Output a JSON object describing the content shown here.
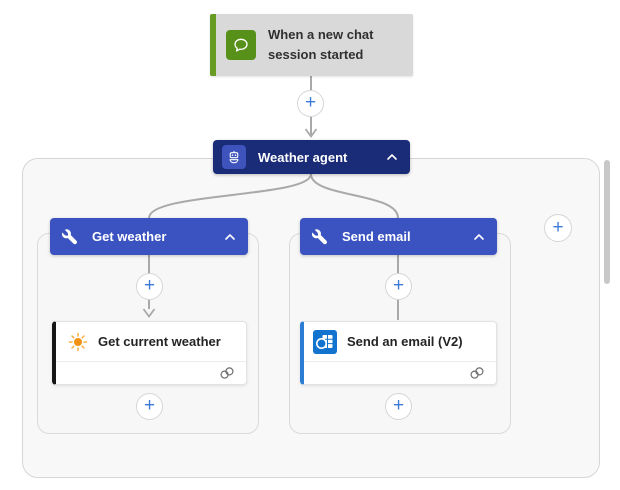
{
  "ui": {
    "plus": "+"
  },
  "trigger": {
    "title": "When a new chat session started",
    "icon": "chat-bubble-icon"
  },
  "agent": {
    "title": "Weather agent",
    "icon": "bot-icon",
    "collapse_icon": "chevron-up-icon"
  },
  "branches": [
    {
      "header": {
        "title": "Get weather",
        "icon": "wrench-icon",
        "collapse_icon": "chevron-up-icon"
      },
      "action": {
        "title": "Get current weather",
        "icon": "sun-icon",
        "status_icon": "connection-rings-icon"
      }
    },
    {
      "header": {
        "title": "Send email",
        "icon": "wrench-icon",
        "collapse_icon": "chevron-up-icon"
      },
      "action": {
        "title": "Send an email (V2)",
        "icon": "outlook-icon",
        "status_icon": "connection-rings-icon"
      }
    }
  ],
  "colors": {
    "trigger_accent": "#689B23",
    "trigger_icon_bg": "#579119",
    "trigger_bg": "#D9D9D9",
    "agent_bg": "#1A2B78",
    "agent_icon_bg": "#3E53BC",
    "branch_header_bg": "#3B52C1",
    "action_weather_accent": "#161616",
    "action_email_accent": "#2B7CD3",
    "outlook_icon_bg": "#1274CF",
    "sun_color": "#F29111",
    "plus_color": "#3D7BD9",
    "connector_color": "#A9A9A9",
    "scope_bg": "#F8F8F8"
  }
}
